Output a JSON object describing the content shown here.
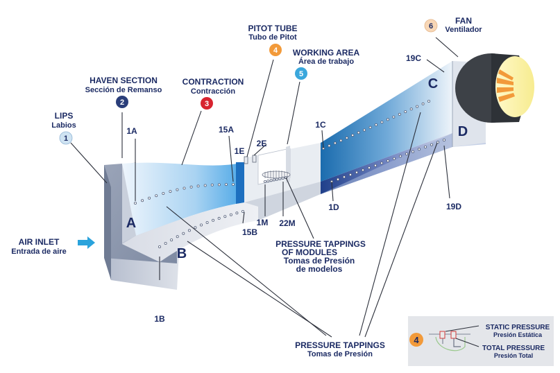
{
  "components": {
    "lips": {
      "number": "1",
      "title": "LIPS",
      "subtitle": "Labios"
    },
    "haven": {
      "number": "2",
      "title": "HAVEN SECTION",
      "subtitle": "Sección de Remanso"
    },
    "contraction": {
      "number": "3",
      "title": "CONTRACTION",
      "subtitle": "Contracción"
    },
    "pitot": {
      "number": "4",
      "title": "PITOT TUBE",
      "subtitle": "Tubo de Pitot"
    },
    "working": {
      "number": "5",
      "title": "WORKING AREA",
      "subtitle": "Área de trabajo"
    },
    "fan": {
      "number": "6",
      "title": "FAN",
      "subtitle": "Ventilador"
    }
  },
  "air_inlet": {
    "title": "AIR INLET",
    "subtitle": "Entrada de aire"
  },
  "faces": {
    "a": "A",
    "b": "B",
    "c": "C",
    "d": "D"
  },
  "tap_labels": {
    "t1A": "1A",
    "t15A": "15A",
    "t1E": "1E",
    "t2E": "2E",
    "t1M": "1M",
    "t22M": "22M",
    "t15B": "15B",
    "t1B": "1B",
    "t1C": "1C",
    "t19C": "19C",
    "t1D": "1D",
    "t19D": "19D"
  },
  "module_tappings": {
    "line1": "PRESSURE TAPPINGS",
    "line2": "OF MODULES",
    "line3": "Tomas de Presión",
    "line4": "de modelos"
  },
  "pressure_tappings": {
    "title": "PRESSURE TAPPINGS",
    "subtitle": "Tomas de Presión"
  },
  "inset": {
    "number": "4",
    "static_title": "STATIC PRESSURE",
    "static_subtitle": "Presión Estática",
    "total_title": "TOTAL PRESSURE",
    "total_subtitle": "Presión Total"
  },
  "colors": {
    "label_text": "#1b2a63",
    "arrow": "#2aa3dc",
    "badge_1": "#cfe3f2",
    "badge_2": "#2a3e7a",
    "badge_3": "#d8232f",
    "badge_4": "#f29a3a",
    "badge_5": "#3aa7dc",
    "badge_6": "#f8d7b6",
    "inset_bg": "#e4e6ea"
  }
}
